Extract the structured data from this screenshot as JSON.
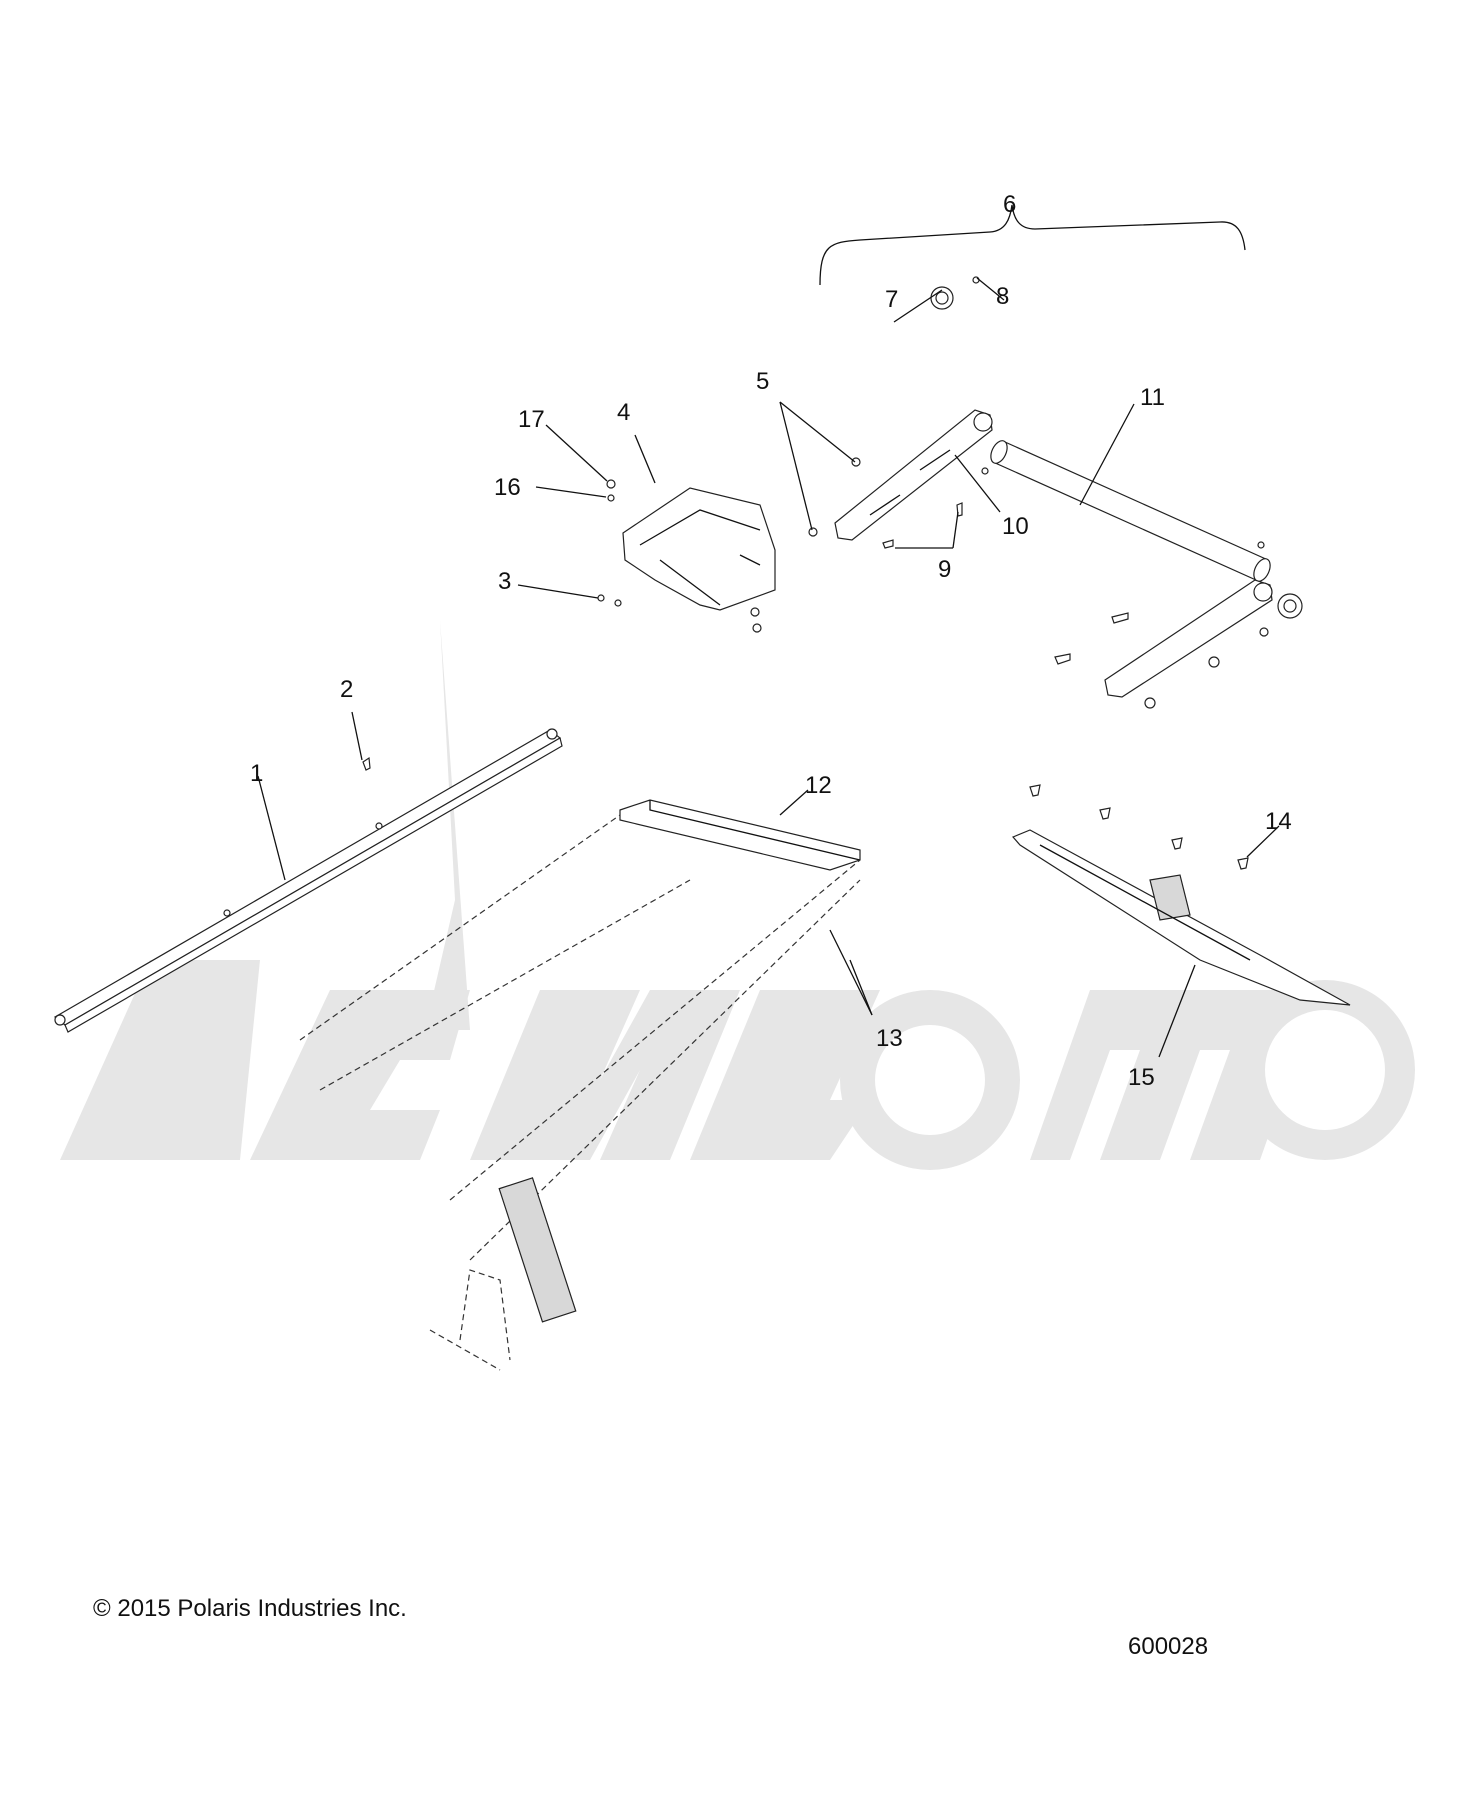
{
  "callouts": {
    "c1": "1",
    "c2": "2",
    "c3": "3",
    "c4": "4",
    "c5": "5",
    "c6": "6",
    "c7": "7",
    "c8": "8",
    "c9": "9",
    "c10": "10",
    "c11": "11",
    "c12": "12",
    "c13": "13",
    "c14": "14",
    "c15": "15",
    "c16": "16",
    "c17": "17"
  },
  "footer": {
    "copyright": "© 2015 Polaris Industries Inc.",
    "diagram_id": "600028"
  }
}
